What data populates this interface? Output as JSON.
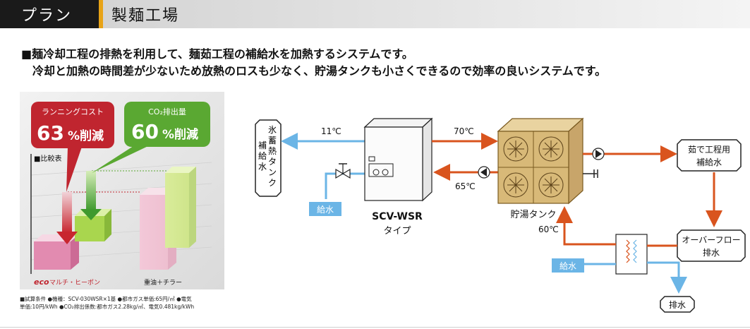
{
  "header": {
    "plan_label": "プラン",
    "title": "製麺工場"
  },
  "description": {
    "line1": "■麺冷却工程の排熱を利用して、麺茹工程の補給水を加熱するシステムです。",
    "line2": "冷却と加熱の時間差が少ないため放熱のロスも少なく、貯湯タンクも小さくできるので効率の良いシステムです。"
  },
  "comparison": {
    "running_cost_label": "ランニングコスト",
    "running_cost_value": "63",
    "running_cost_unit": "%削減",
    "co2_label": "CO₂排出量",
    "co2_value": "60",
    "co2_unit": "%削減",
    "chart_label": "■比較表",
    "left_category": "マルチ・ヒーポン",
    "left_category_prefix": "eco",
    "right_category": "重油＋チラー",
    "colors": {
      "running_cost": "#c0252f",
      "co2": "#5aa832",
      "pink": "#e07aa3",
      "green": "#a8d44c"
    },
    "note_line1": "■試算条件 ●機種：SCV-030WSR×1基 ●都市ガス単価:65円/㎥ ●電気",
    "note_line2": "単価:10円/kWh ●CO₂排出係数:都市ガス2.28kg/㎥、電気0.481kg/kWh"
  },
  "diagram": {
    "ice_storage": [
      "氷",
      "蓄",
      "熱",
      "タ",
      "ン",
      "ク"
    ],
    "ice_storage_sub": [
      "補",
      "給",
      "水"
    ],
    "temp_11": "11℃",
    "temp_70": "70℃",
    "temp_65": "65℃",
    "temp_60": "60℃",
    "supply_water_1": "給水",
    "supply_water_2": "給水",
    "unit_name": "SCV-WSR",
    "unit_type": "タイプ",
    "tank_label": "貯湯タンク",
    "boil_supply_line1": "茹で工程用",
    "boil_supply_line2": "補給水",
    "overflow_line1": "オーバーフロー",
    "overflow_line2": "排水",
    "drain": "排水",
    "colors": {
      "hot": "#d9541e",
      "cold": "#6bb5e6",
      "tank": "#d8b978"
    }
  }
}
